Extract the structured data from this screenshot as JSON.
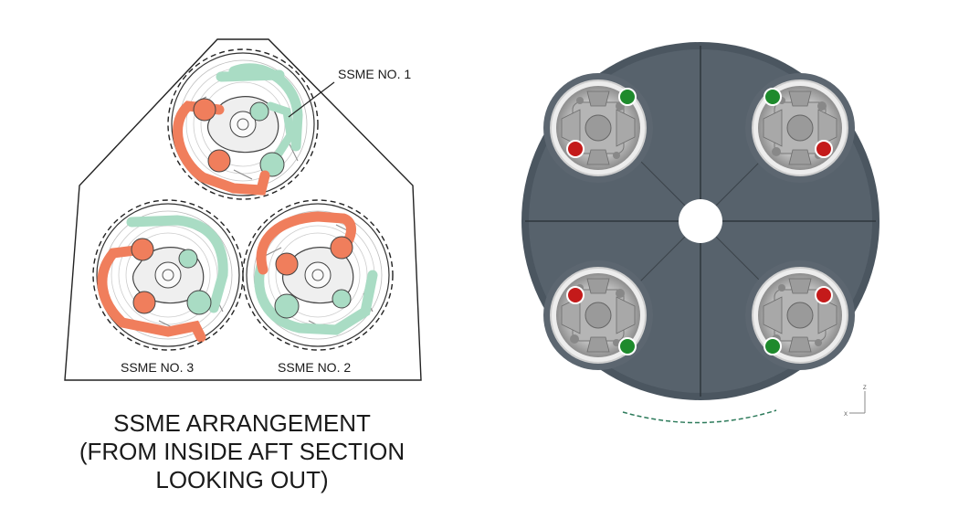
{
  "left_diagram": {
    "labels": {
      "engine_1": "SSME NO. 1",
      "engine_2": "SSME NO. 2",
      "engine_3": "SSME NO. 3"
    },
    "caption_lines": [
      "SSME ARRANGEMENT",
      "(FROM INSIDE AFT SECTION",
      "LOOKING OUT)"
    ],
    "colors": {
      "orange_line": "#f07e5c",
      "green_line": "#a9dcc4",
      "outline": "#222222"
    }
  },
  "right_diagram": {
    "axis_labels": {
      "vertical": "Z",
      "horizontal": "X"
    },
    "colors": {
      "plate": "#4b5660",
      "plate_light": "#6a747d",
      "red_marker": "#c41a1a",
      "green_marker": "#1e8a2c",
      "dashed_arc": "#2c7a5a"
    },
    "engines": [
      {
        "name": "upper-left",
        "green": "upper-right",
        "red": "lower-left"
      },
      {
        "name": "upper-right",
        "green": "upper-left",
        "red": "lower-right"
      },
      {
        "name": "lower-left",
        "green": "lower-right",
        "red": "upper-left"
      },
      {
        "name": "lower-right",
        "green": "lower-left",
        "red": "upper-right"
      }
    ]
  }
}
